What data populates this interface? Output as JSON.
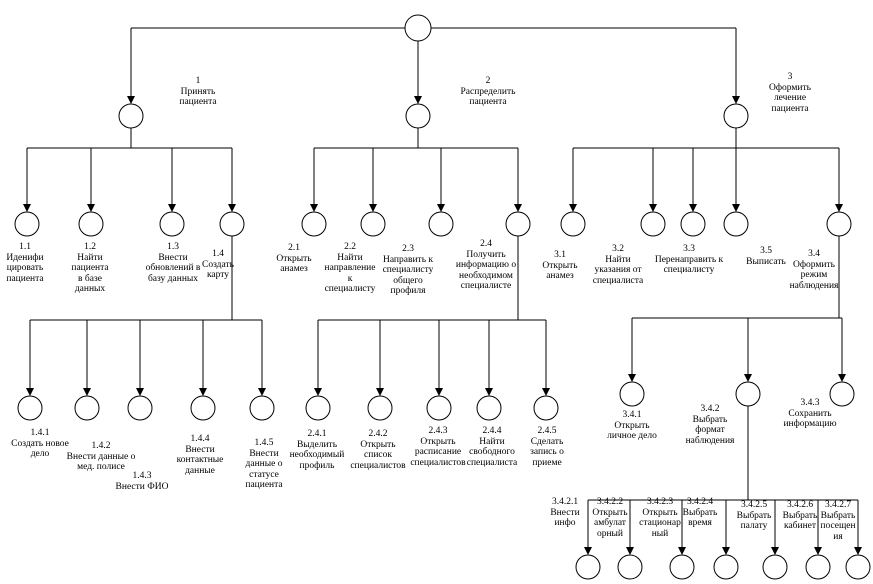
{
  "nodes": [
    {
      "id": "root",
      "label": ""
    },
    {
      "id": "n1",
      "label": "1\nПринять\nпациента"
    },
    {
      "id": "n2",
      "label": "2\nРаспределить\nпациента"
    },
    {
      "id": "n3",
      "label": "3\nОформить\nлечение\nпациента"
    },
    {
      "id": "n1_1",
      "label": "1.1\nИденифи\nцировать\nпациента"
    },
    {
      "id": "n1_2",
      "label": "1.2\nНайти\nпациента\nв базе\nданных"
    },
    {
      "id": "n1_3",
      "label": "1.3\nВнести\nобновлений в\nбазу данных"
    },
    {
      "id": "n1_4",
      "label": "1.4\nСоздать\nкарту"
    },
    {
      "id": "n2_1",
      "label": "2.1\nОткрыть\nанамез"
    },
    {
      "id": "n2_2",
      "label": "2.2\nНайти\nнаправление\nк\nспециалисту"
    },
    {
      "id": "n2_3",
      "label": "2.3\nНаправить к\nспециалисту\nобщего\nпрофиля"
    },
    {
      "id": "n2_4",
      "label": "2.4\nПолучить\nинформацию о\nнеобходимом\nспециалисте"
    },
    {
      "id": "n3_1",
      "label": "3.1\nОткрыть\nанамез"
    },
    {
      "id": "n3_2",
      "label": "3.2\nНайти\nуказания от\nспециалиста"
    },
    {
      "id": "n3_3",
      "label": "3.3\nПеренаправить к\nспециалисту"
    },
    {
      "id": "n3_5",
      "label": "3.5\nВыписать"
    },
    {
      "id": "n3_4",
      "label": "3.4\nОформить\nрежим\nнаблюдения"
    },
    {
      "id": "n1_4_1",
      "label": "1.4.1\nСоздать новое\nдело"
    },
    {
      "id": "n1_4_2",
      "label": "1.4.2\nВнести данные о\nмед. полисе"
    },
    {
      "id": "n1_4_3",
      "label": "1.4.3\nВнести ФИО"
    },
    {
      "id": "n1_4_4",
      "label": "1.4.4\nВнести\nконтактные\nданные"
    },
    {
      "id": "n1_4_5",
      "label": "1.4.5\nВнести\nданные о\nстатусе\nпациента"
    },
    {
      "id": "n2_4_1",
      "label": "2.4.1\nВыделить\nнеобходимый\nпрофиль"
    },
    {
      "id": "n2_4_2",
      "label": "2.4.2\nОткрыть\nсписок\nспециалистов"
    },
    {
      "id": "n2_4_3",
      "label": "2.4.3\nОткрыть\nрасписание\nспециалистов"
    },
    {
      "id": "n2_4_4",
      "label": "2.4.4\nНайти\nсвободного\nспециалиста"
    },
    {
      "id": "n2_4_5",
      "label": "2.4.5\nСделать\nзапись о\nприеме"
    },
    {
      "id": "n3_4_1",
      "label": "3.4.1\nОткрыть\nличное дело"
    },
    {
      "id": "n3_4_2",
      "label": "3.4.2\nВыбрать\nформат\nнаблюдения"
    },
    {
      "id": "n3_4_3",
      "label": "3.4.3\nСохранить\nинформацию"
    },
    {
      "id": "n3_4_2_1",
      "label": "3.4.2.1\nВнести\nинфо"
    },
    {
      "id": "n3_4_2_2",
      "label": "3.4.2.2\nОткрыть\nамбулат\nорный"
    },
    {
      "id": "n3_4_2_3",
      "label": "3.4.2.3\nОткрыть\nстационар\nный"
    },
    {
      "id": "n3_4_2_4",
      "label": "3.4.2.4\nВыбрать\nвремя"
    },
    {
      "id": "n3_4_2_5",
      "label": "3.4.2.5\nВыбрать\nпалату"
    },
    {
      "id": "n3_4_2_6",
      "label": "3.4.2.6\nВыбрать\nкабинет"
    },
    {
      "id": "n3_4_2_7",
      "label": "3.4.2.7\nВыбрать\nпосещен\nия"
    }
  ],
  "edges": [
    [
      "root",
      "n1"
    ],
    [
      "root",
      "n2"
    ],
    [
      "root",
      "n3"
    ],
    [
      "n1",
      "n1_1"
    ],
    [
      "n1",
      "n1_2"
    ],
    [
      "n1",
      "n1_3"
    ],
    [
      "n1",
      "n1_4"
    ],
    [
      "n2",
      "n2_1"
    ],
    [
      "n2",
      "n2_2"
    ],
    [
      "n2",
      "n2_3"
    ],
    [
      "n2",
      "n2_4"
    ],
    [
      "n3",
      "n3_1"
    ],
    [
      "n3",
      "n3_2"
    ],
    [
      "n3",
      "n3_3"
    ],
    [
      "n3",
      "n3_5"
    ],
    [
      "n3",
      "n3_4"
    ],
    [
      "n1_4",
      "n1_4_1"
    ],
    [
      "n1_4",
      "n1_4_2"
    ],
    [
      "n1_4",
      "n1_4_3"
    ],
    [
      "n1_4",
      "n1_4_4"
    ],
    [
      "n1_4",
      "n1_4_5"
    ],
    [
      "n2_4",
      "n2_4_1"
    ],
    [
      "n2_4",
      "n2_4_2"
    ],
    [
      "n2_4",
      "n2_4_3"
    ],
    [
      "n2_4",
      "n2_4_4"
    ],
    [
      "n2_4",
      "n2_4_5"
    ],
    [
      "n3_4",
      "n3_4_1"
    ],
    [
      "n3_4",
      "n3_4_2"
    ],
    [
      "n3_4",
      "n3_4_3"
    ],
    [
      "n3_4_2",
      "n3_4_2_1"
    ],
    [
      "n3_4_2",
      "n3_4_2_2"
    ],
    [
      "n3_4_2",
      "n3_4_2_3"
    ],
    [
      "n3_4_2",
      "n3_4_2_4"
    ],
    [
      "n3_4_2",
      "n3_4_2_5"
    ],
    [
      "n3_4_2",
      "n3_4_2_6"
    ],
    [
      "n3_4_2",
      "n3_4_2_7"
    ]
  ]
}
